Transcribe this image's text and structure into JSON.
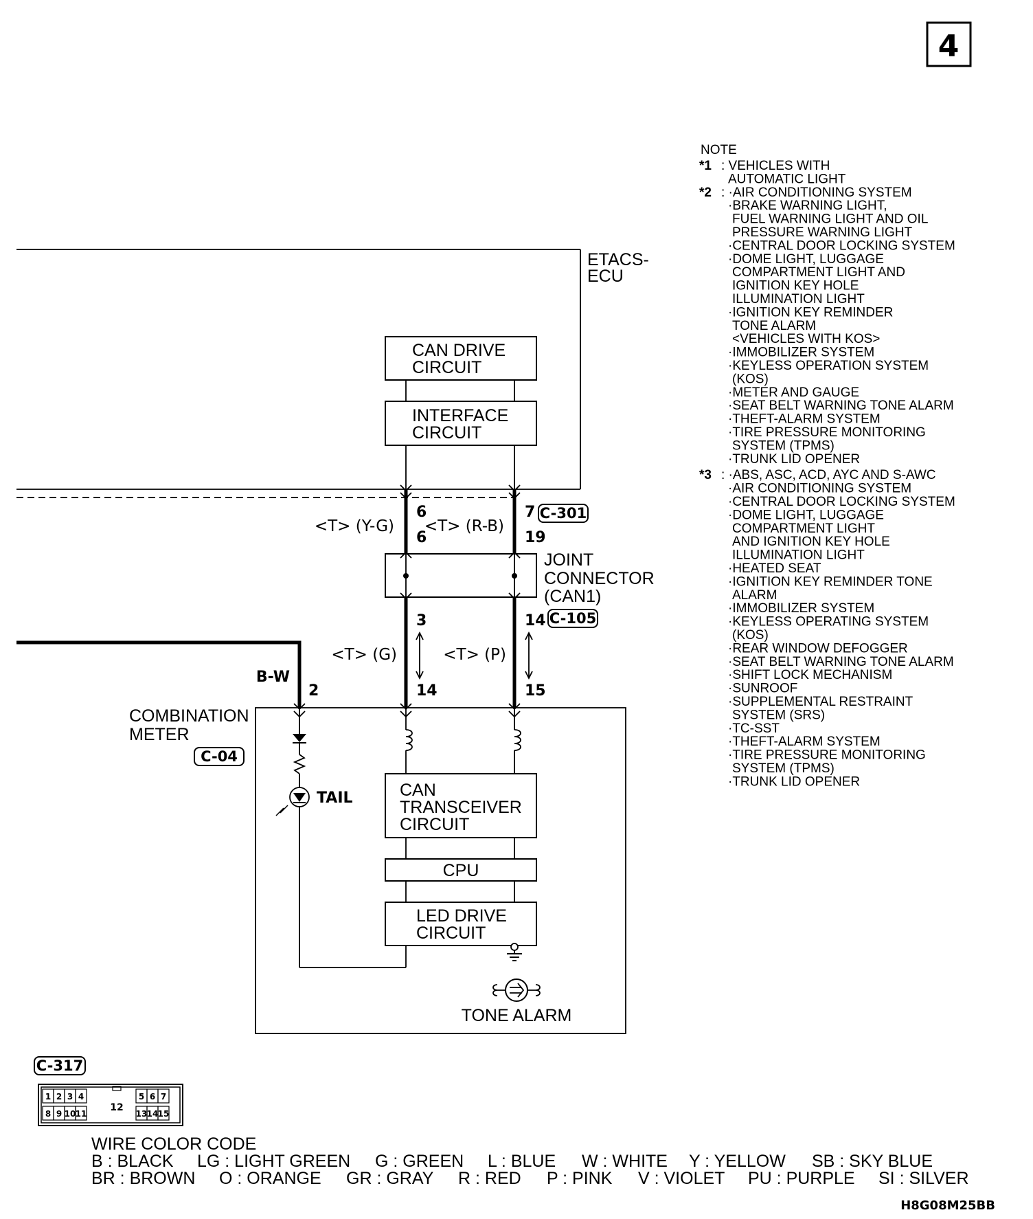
{
  "page_number": "4",
  "note": {
    "title": "NOTE",
    "lines": [
      {
        "marker": "*1",
        "text": ": VEHICLES WITH"
      },
      {
        "marker": "",
        "text": "AUTOMATIC LIGHT"
      },
      {
        "marker": "*2",
        "text": ": ·AIR CONDITIONING SYSTEM"
      },
      {
        "marker": "",
        "text": "·BRAKE WARNING LIGHT,"
      },
      {
        "marker": "",
        "text": "FUEL WARNING LIGHT AND OIL"
      },
      {
        "marker": "",
        "text": "PRESSURE WARNING LIGHT"
      },
      {
        "marker": "",
        "text": "·CENTRAL DOOR LOCKING SYSTEM"
      },
      {
        "marker": "",
        "text": "·DOME LIGHT, LUGGAGE"
      },
      {
        "marker": "",
        "text": "COMPARTMENT LIGHT AND"
      },
      {
        "marker": "",
        "text": "IGNITION KEY HOLE"
      },
      {
        "marker": "",
        "text": "ILLUMINATION LIGHT"
      },
      {
        "marker": "",
        "text": "·IGNITION KEY REMINDER"
      },
      {
        "marker": "",
        "text": "TONE ALARM"
      },
      {
        "marker": "",
        "text": "<VEHICLES WITH KOS>"
      },
      {
        "marker": "",
        "text": "·IMMOBILIZER SYSTEM"
      },
      {
        "marker": "",
        "text": "·KEYLESS OPERATION SYSTEM"
      },
      {
        "marker": "",
        "text": "(KOS)"
      },
      {
        "marker": "",
        "text": "·METER AND GAUGE"
      },
      {
        "marker": "",
        "text": "·SEAT BELT WARNING TONE ALARM"
      },
      {
        "marker": "",
        "text": "·THEFT-ALARM SYSTEM"
      },
      {
        "marker": "",
        "text": "·TIRE PRESSURE MONITORING"
      },
      {
        "marker": "",
        "text": "SYSTEM (TPMS)"
      },
      {
        "marker": "",
        "text": "·TRUNK LID OPENER"
      },
      {
        "marker": "*3",
        "text": ": ·ABS, ASC, ACD, AYC AND S-AWC"
      },
      {
        "marker": "",
        "text": "·AIR CONDITIONING SYSTEM"
      },
      {
        "marker": "",
        "text": "·CENTRAL DOOR LOCKING SYSTEM"
      },
      {
        "marker": "",
        "text": "·DOME LIGHT, LUGGAGE"
      },
      {
        "marker": "",
        "text": "COMPARTMENT LIGHT"
      },
      {
        "marker": "",
        "text": "AND IGNITION KEY HOLE"
      },
      {
        "marker": "",
        "text": "ILLUMINATION LIGHT"
      },
      {
        "marker": "",
        "text": "·HEATED SEAT"
      },
      {
        "marker": "",
        "text": "·IGNITION KEY REMINDER TONE"
      },
      {
        "marker": "",
        "text": "ALARM"
      },
      {
        "marker": "",
        "text": "·IMMOBILIZER SYSTEM"
      },
      {
        "marker": "",
        "text": "·KEYLESS OPERATING SYSTEM"
      },
      {
        "marker": "",
        "text": "(KOS)"
      },
      {
        "marker": "",
        "text": "·REAR WINDOW DEFOGGER"
      },
      {
        "marker": "",
        "text": "·SEAT BELT WARNING TONE ALARM"
      },
      {
        "marker": "",
        "text": "·SHIFT LOCK MECHANISM"
      },
      {
        "marker": "",
        "text": "·SUNROOF"
      },
      {
        "marker": "",
        "text": "·SUPPLEMENTAL RESTRAINT"
      },
      {
        "marker": "",
        "text": "SYSTEM (SRS)"
      },
      {
        "marker": "",
        "text": "·TC-SST"
      },
      {
        "marker": "",
        "text": "·THEFT-ALARM SYSTEM"
      },
      {
        "marker": "",
        "text": "·TIRE PRESSURE MONITORING"
      },
      {
        "marker": "",
        "text": "SYSTEM (TPMS)"
      },
      {
        "marker": "",
        "text": "·TRUNK LID OPENER"
      }
    ]
  },
  "etacs": {
    "line1": "ETACS-",
    "line2": "ECU"
  },
  "can_drive": {
    "line1": "CAN DRIVE",
    "line2": "CIRCUIT"
  },
  "interface": {
    "line1": "INTERFACE",
    "line2": "CIRCUIT"
  },
  "wires_upper": {
    "left": "<T> (Y-G)",
    "right": "<T> (R-B)"
  },
  "pins_upper": {
    "l_top": "6",
    "l_bot": "6",
    "r_top": "7",
    "r_bot": "19",
    "connector": "C-301"
  },
  "joint": {
    "line1": "JOINT",
    "line2": "CONNECTOR",
    "line3": "(CAN1)"
  },
  "pins_lower": {
    "l_top": "3",
    "r_top": "14",
    "connector": "C-105",
    "l_bot": "14",
    "r_bot": "15"
  },
  "wires_lower": {
    "left": "<T> (G)",
    "right": "<T> (P)"
  },
  "bw": {
    "wire": "B-W",
    "pin": "2"
  },
  "combination_meter": {
    "line1": "COMBINATION",
    "line2": "METER",
    "connector": "C-04"
  },
  "tail": "TAIL",
  "can_transceiver": {
    "line1": "CAN",
    "line2": "TRANSCEIVER",
    "line3": "CIRCUIT"
  },
  "cpu": "CPU",
  "led_drive": {
    "line1": "LED DRIVE",
    "line2": "CIRCUIT"
  },
  "tone_alarm": "TONE ALARM",
  "c317": {
    "label": "C-317",
    "top_row": [
      "1",
      "2",
      "3",
      "4",
      "5",
      "6",
      "7"
    ],
    "bottom_row": [
      "8",
      "9",
      "10",
      "11",
      "13",
      "14",
      "15"
    ],
    "center": "12"
  },
  "wire_color_code": {
    "title": "WIRE COLOR CODE",
    "row1": [
      "B : BLACK",
      "LG : LIGHT GREEN",
      "G : GREEN",
      "L : BLUE",
      "W : WHITE",
      "Y : YELLOW",
      "SB : SKY BLUE"
    ],
    "row2": [
      "BR : BROWN",
      "O : ORANGE",
      "GR : GRAY",
      "R : RED",
      "P : PINK",
      "V : VIOLET",
      "PU : PURPLE",
      "SI : SILVER"
    ]
  },
  "figure_code": "H8G08M25BB"
}
